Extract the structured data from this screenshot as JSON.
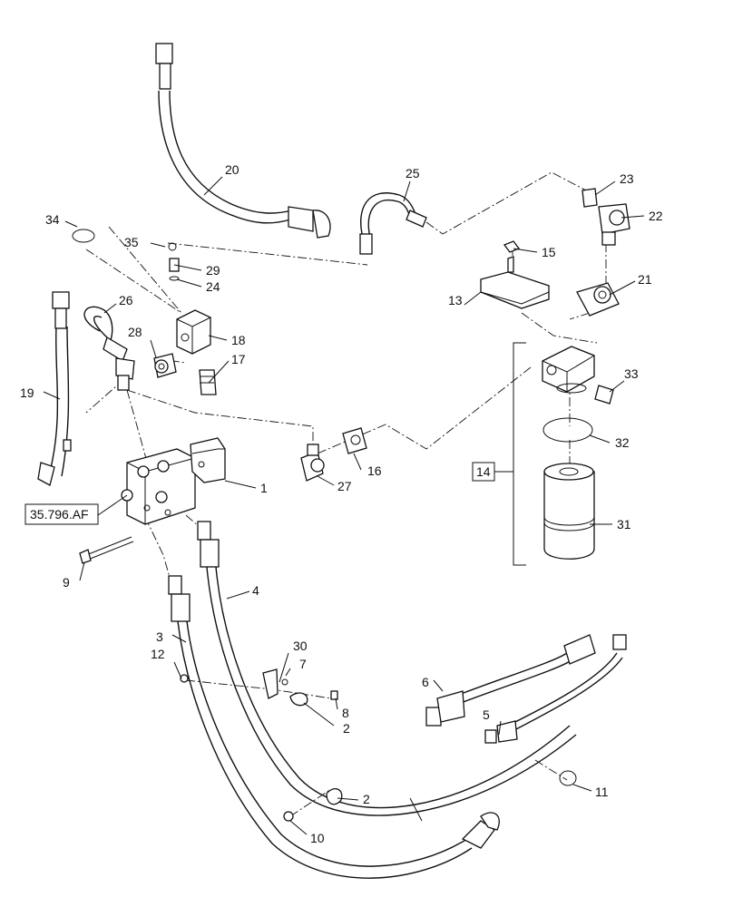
{
  "callouts": {
    "c1": "1",
    "c2a": "2",
    "c2b": "2",
    "c3": "3",
    "c4": "4",
    "c5": "5",
    "c6": "6",
    "c7": "7",
    "c8": "8",
    "c9": "9",
    "c10": "10",
    "c11": "11",
    "c12": "12",
    "c13": "13",
    "c14": "14",
    "c15": "15",
    "c16": "16",
    "c17": "17",
    "c18": "18",
    "c19": "19",
    "c20": "20",
    "c21": "21",
    "c22": "22",
    "c23": "23",
    "c24": "24",
    "c25": "25",
    "c26": "26",
    "c27": "27",
    "c28": "28",
    "c29": "29",
    "c30": "30",
    "c31": "31",
    "c32": "32",
    "c33": "33",
    "c34": "34",
    "c35": "35"
  },
  "reference_box": "35.796.AF"
}
